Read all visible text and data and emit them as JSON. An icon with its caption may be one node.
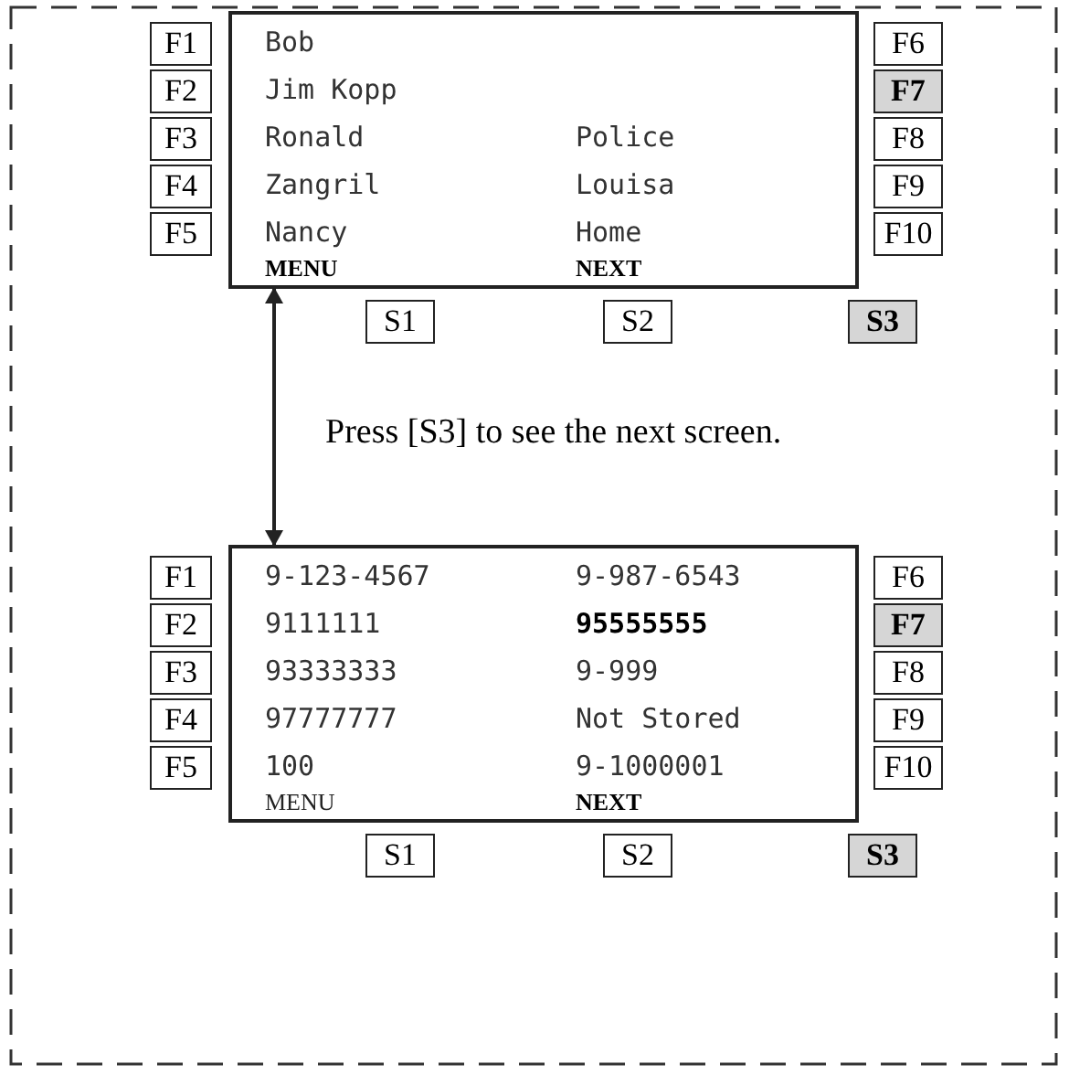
{
  "diagram": {
    "nodes": [
      {
        "text": [],
        "shape": "box"
      },
      {
        "text": [
          "Bob"
        ],
        "in": 0
      },
      {
        "text": [
          "Jim Kopp"
        ],
        "in": 0
      },
      {
        "text": [
          "Ronald"
        ],
        "in": 0
      },
      {
        "text": [
          "Police"
        ],
        "in": 0
      },
      {
        "text": [
          "Zangril"
        ],
        "in": 0
      },
      {
        "text": [
          "Louisa"
        ],
        "in": 0
      },
      {
        "text": [
          "Nancy"
        ],
        "in": 0
      },
      {
        "text": [
          "Home"
        ],
        "in": 0
      },
      {
        "text": [
          "MENU"
        ],
        "in": 0
      },
      {
        "text": [
          "NEXT"
        ],
        "in": 0
      },
      {
        "text": [
          "F1"
        ]
      },
      {
        "text": [
          "F2"
        ]
      },
      {
        "text": [
          "F3"
        ]
      },
      {
        "text": [
          "F4"
        ]
      },
      {
        "text": [
          "F5"
        ]
      },
      {
        "text": [
          "F6"
        ]
      },
      {
        "text": [
          "F7"
        ]
      },
      {
        "text": [
          "F8"
        ]
      },
      {
        "text": [
          "F9"
        ]
      },
      {
        "text": [
          "F10"
        ]
      },
      {
        "text": [
          "S1"
        ]
      },
      {
        "text": [
          "S2"
        ]
      },
      {
        "text": [
          "S3"
        ]
      },
      {
        "text": [],
        "shape": "box"
      },
      {
        "text": [
          "9-123-4567"
        ],
        "in": 24
      },
      {
        "text": [
          "9-987-6543"
        ],
        "in": 24
      },
      {
        "text": [
          "9111111"
        ],
        "in": 24
      },
      {
        "text": [
          "95555555"
        ],
        "in": 24
      },
      {
        "text": [
          "93333333"
        ],
        "in": 24
      },
      {
        "text": [
          "9-999"
        ],
        "in": 24
      },
      {
        "text": [
          "97777777"
        ],
        "in": 24
      },
      {
        "text": [
          "Not Stored"
        ],
        "in": 24
      },
      {
        "text": [
          "100"
        ],
        "in": 24
      },
      {
        "text": [
          "9-1000001"
        ],
        "in": 24
      },
      {
        "text": [
          "MENU"
        ],
        "in": 24
      },
      {
        "text": [
          "NEXT"
        ],
        "in": 24
      },
      {
        "text": [
          "F1"
        ]
      },
      {
        "text": [
          "F2"
        ]
      },
      {
        "text": [
          "F3"
        ]
      },
      {
        "text": [
          "F4"
        ]
      },
      {
        "text": [
          "F5"
        ]
      },
      {
        "text": [
          "F6"
        ]
      },
      {
        "text": [
          "F7"
        ]
      },
      {
        "text": [
          "F8"
        ]
      },
      {
        "text": [
          "F9"
        ]
      },
      {
        "text": [
          "F10"
        ]
      },
      {
        "text": [
          "S1"
        ]
      },
      {
        "text": [
          "S2"
        ]
      },
      {
        "text": [
          "S3"
        ]
      }
    ],
    "edges": [
      {
        "from": 0,
        "to": 24,
        "arrow": "both"
      }
    ],
    "labels": [
      "Press [S3] to see the next screen."
    ]
  }
}
